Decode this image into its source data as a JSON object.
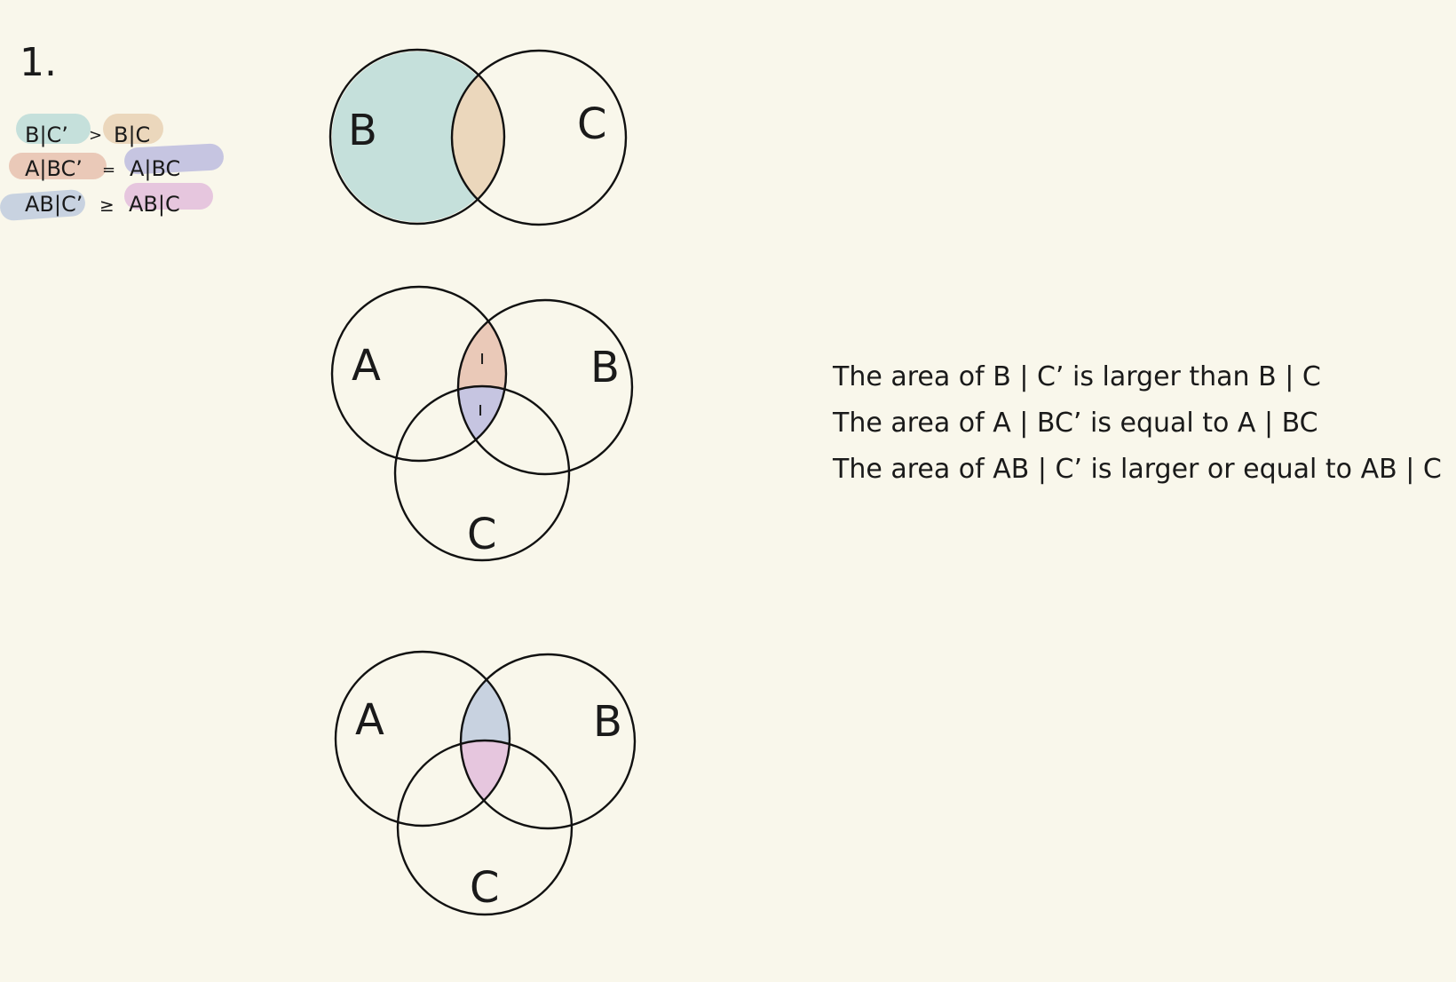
{
  "problem_number": "1.",
  "summary_lines": [
    {
      "left": "B|C’",
      "op": ">",
      "right": "B|C"
    },
    {
      "left": "A|BC’",
      "op": "=",
      "right": "A|BC"
    },
    {
      "left": "AB|C’",
      "op": "≥",
      "right": "AB|C"
    }
  ],
  "diagrams": {
    "d1": {
      "labels": [
        "B",
        "C"
      ]
    },
    "d2": {
      "labels": [
        "A",
        "B",
        "C"
      ],
      "marks": [
        "ı",
        "ı"
      ]
    },
    "d3": {
      "labels": [
        "A",
        "B",
        "C"
      ]
    }
  },
  "statements": [
    "The area of B | C’ is larger than B | C",
    "The area of A | BC’ is equal to A | BC",
    "The area of AB | C’ is larger or equal to AB | C"
  ],
  "colors": {
    "background": "#f9f7eb",
    "teal": "#c5e0db",
    "peach": "#ebd7bc",
    "salmon": "#eac9b8",
    "lavender": "#c6c5e1",
    "blue_grey": "#c8d2e0",
    "pink": "#e6c6de"
  }
}
